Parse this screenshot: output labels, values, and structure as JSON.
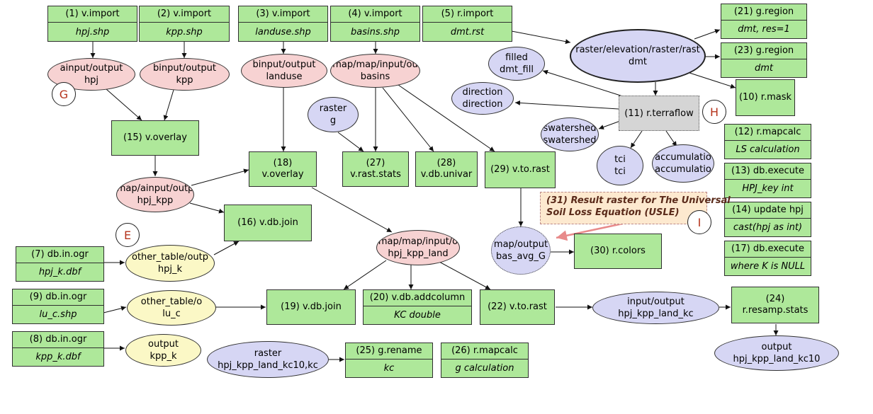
{
  "nodes": {
    "n1": {
      "header": "(1) v.import",
      "body": "hpj.shp"
    },
    "n2": {
      "header": "(2) v.import",
      "body": "kpp.shp"
    },
    "n3": {
      "header": "(3) v.import",
      "body": "landuse.shp"
    },
    "n4": {
      "header": "(4) v.import",
      "body": "basins.shp"
    },
    "n5": {
      "header": "(5) r.import",
      "body": "dmt.rst"
    },
    "n21": {
      "header": "(21) g.region",
      "body": "dmt, res=1"
    },
    "n23": {
      "header": "(23) g.region",
      "body": "dmt"
    },
    "n10": {
      "label": "(10) r.mask"
    },
    "n11": {
      "label": "(11) r.terraflow"
    },
    "n12": {
      "header": "(12) r.mapcalc",
      "body": "LS calculation"
    },
    "n13": {
      "header": "(13) db.execute",
      "body": "HPJ_key int"
    },
    "n14": {
      "header": "(14) update hpj",
      "body": "cast(hpj as int)"
    },
    "n17": {
      "header": "(17) db.execute",
      "body": "where K is NULL"
    },
    "n15": {
      "label": "(15) v.overlay"
    },
    "n18": {
      "line1": "(18)",
      "line2": "v.overlay"
    },
    "n27": {
      "line1": "(27)",
      "line2": "v.rast.stats"
    },
    "n28": {
      "line1": "(28)",
      "line2": "v.db.univar"
    },
    "n29": {
      "label": "(29) v.to.rast"
    },
    "n16": {
      "label": "(16) v.db.join"
    },
    "n30": {
      "label": "(30) r.colors"
    },
    "n7": {
      "header": "(7) db.in.ogr",
      "body": "hpj_k.dbf"
    },
    "n9": {
      "header": "(9) db.in.ogr",
      "body": "lu_c.shp"
    },
    "n8": {
      "header": "(8) db.in.ogr",
      "body": "kpp_k.dbf"
    },
    "n19": {
      "label": "(19) v.db.join"
    },
    "n20": {
      "header": "(20) v.db.addcolumn",
      "body": "KC double"
    },
    "n22": {
      "label": "(22) v.to.rast"
    },
    "n24": {
      "line1": "(24)",
      "line2": "r.resamp.stats"
    },
    "n25": {
      "header": "(25) g.rename",
      "body": "kc"
    },
    "n26": {
      "header": "(26) r.mapcalc",
      "body": "g calculation"
    }
  },
  "ellipses": {
    "e_hpj": {
      "line1": "ainput/output",
      "line2": "hpj"
    },
    "e_kpp": {
      "line1": "binput/output",
      "line2": "kpp"
    },
    "e_landuse": {
      "line1": "binput/output",
      "line2": "landuse"
    },
    "e_basins": {
      "line1": "map/map/input/ou",
      "line2": "basins"
    },
    "e_dmt": {
      "line1": "raster/elevation/raster/rast",
      "line2": "dmt"
    },
    "e_filled": {
      "line1": "filled",
      "line2": "dmt_fill"
    },
    "e_direction": {
      "line1": "direction",
      "line2": "direction"
    },
    "e_swatershed": {
      "line1": "swatershed",
      "line2": "swatershed"
    },
    "e_tci": {
      "line1": "tci",
      "line2": "tci"
    },
    "e_accum": {
      "line1": "accumulatio",
      "line2": "accumulatio"
    },
    "e_raster_g": {
      "line1": "raster",
      "line2": "g"
    },
    "e_hpj_kpp": {
      "line1": "map/ainput/outp",
      "line2": "hpj_kpp"
    },
    "e_hpj_kpp_land": {
      "line1": "map/map/input/o",
      "line2": "hpj_kpp_land"
    },
    "e_bas_avg": {
      "line1": "map/output",
      "line2": "bas_avg_G"
    },
    "e_hpj_k": {
      "line1": "other_table/outp",
      "line2": "hpj_k"
    },
    "e_lu_c": {
      "line1": "other_table/o",
      "line2": "lu_c"
    },
    "e_kpp_k": {
      "line1": "output",
      "line2": "kpp_k"
    },
    "e_land_kc": {
      "line1": "input/output",
      "line2": "hpj_kpp_land_kc"
    },
    "e_kc10": {
      "line1": "output",
      "line2": "hpj_kpp_land_kc10"
    },
    "e_raster_kc10": {
      "line1": "raster",
      "line2": "hpj_kpp_land_kc10,kc"
    }
  },
  "markers": {
    "G": "G",
    "H": "H",
    "E": "E",
    "I": "I"
  },
  "note": {
    "line1": "(31) Result raster for The Universal",
    "line2": "Soil Loss Equation (USLE)"
  },
  "colors": {
    "process": "#aee89a",
    "vector_data": "#f7d2d2",
    "raster_data": "#d6d6f4",
    "table_data": "#fbf8c6",
    "marker_text": "#b5331b",
    "note_arrow": "#e88a8a"
  }
}
